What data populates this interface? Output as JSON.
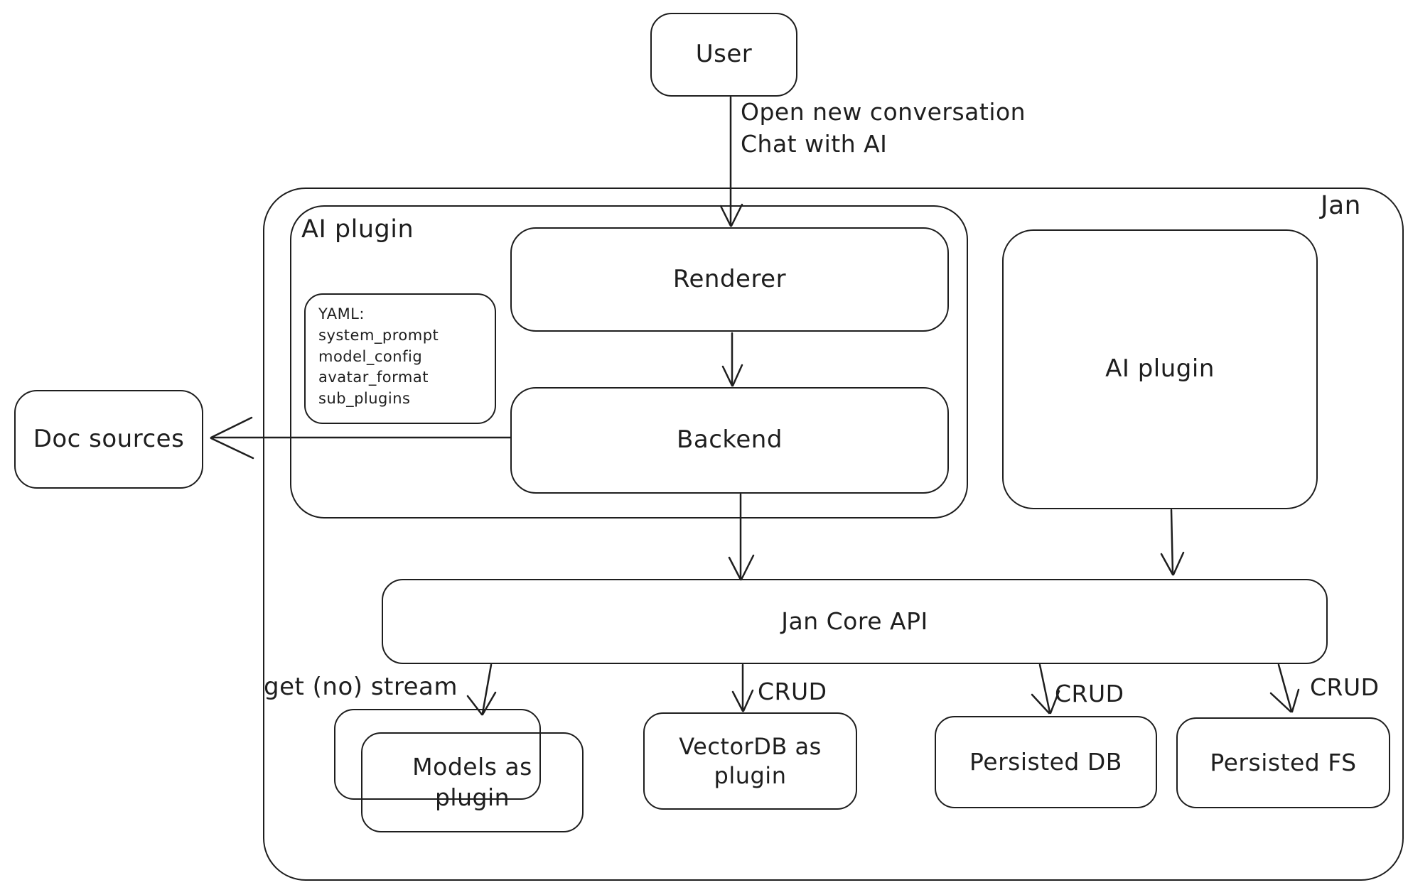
{
  "diagram": {
    "colors": {
      "stroke": "#1e1e1e",
      "background": "#ffffff"
    },
    "nodes": {
      "user": {
        "label": "User"
      },
      "jan_container": {
        "label": "Jan"
      },
      "ai_plugin_container": {
        "label": "AI plugin"
      },
      "yaml_note": {
        "label": "YAML:\nsystem_prompt\nmodel_config\navatar_format\nsub_plugins"
      },
      "renderer": {
        "label": "Renderer"
      },
      "backend": {
        "label": "Backend"
      },
      "ai_plugin_box": {
        "label": "AI plugin"
      },
      "doc_sources": {
        "label": "Doc sources"
      },
      "jan_core_api": {
        "label": "Jan Core API"
      },
      "models_plugin": {
        "label": "Models as\nplugin"
      },
      "vectordb_plugin": {
        "label": "VectorDB as\nplugin"
      },
      "persisted_db": {
        "label": "Persisted DB"
      },
      "persisted_fs": {
        "label": "Persisted FS"
      }
    },
    "edge_labels": {
      "user_to_renderer": "Open new conversation\nChat with AI",
      "get_no_stream": "get (no) stream",
      "crud_vectordb": "CRUD",
      "crud_persisted_db": "CRUD",
      "crud_persisted_fs": "CRUD"
    }
  }
}
